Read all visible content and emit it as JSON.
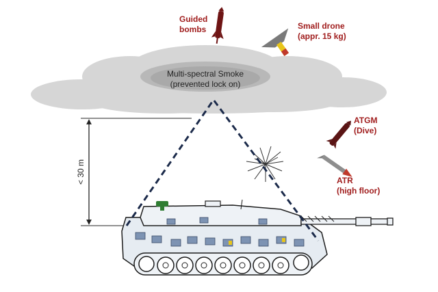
{
  "labels": {
    "guided_bombs": [
      "Guided",
      "bombs"
    ],
    "small_drone": [
      "Small drone",
      "(appr. 15 kg)"
    ],
    "smoke": [
      "Multi-spectral Smoke",
      "(prevented lock on)"
    ],
    "atgm": [
      "ATGM",
      "(Dive)"
    ],
    "atr": [
      "ATR",
      "(high floor)"
    ],
    "height": "< 30 m"
  },
  "colors": {
    "threat_text": "#a01d1d",
    "cloud_light": "#d6d6d6",
    "cloud_dark": "#a9a9a9",
    "cone_line": "#1b2a4a",
    "tank_body": "#e6ecf2",
    "tank_outline": "#1c1c1c",
    "munition_cells": "#7d93b3",
    "missile_dark": "#5a1414",
    "warhead_red": "#c0392b",
    "warhead_yellow": "#e8c51a"
  },
  "icons": [
    "guided-bomb-icon",
    "drone-icon",
    "atgm-missile-icon",
    "atr-rocket-icon",
    "intercept-burst-icon",
    "tank-icon",
    "sensor-icon"
  ]
}
